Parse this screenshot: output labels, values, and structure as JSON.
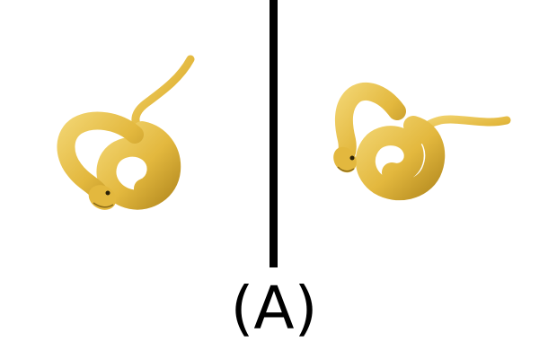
{
  "caption": "(A)",
  "colors": {
    "snake_body": "#E3B83E",
    "snake_shade": "#B98F23",
    "snake_light": "#F1D36E",
    "divider": "#000000",
    "background": "#FFFFFF"
  },
  "panels": [
    {
      "name": "left-panel",
      "subject": "coiled-snake-image"
    },
    {
      "name": "right-panel",
      "subject": "coiled-snake-image-mirrored"
    }
  ]
}
